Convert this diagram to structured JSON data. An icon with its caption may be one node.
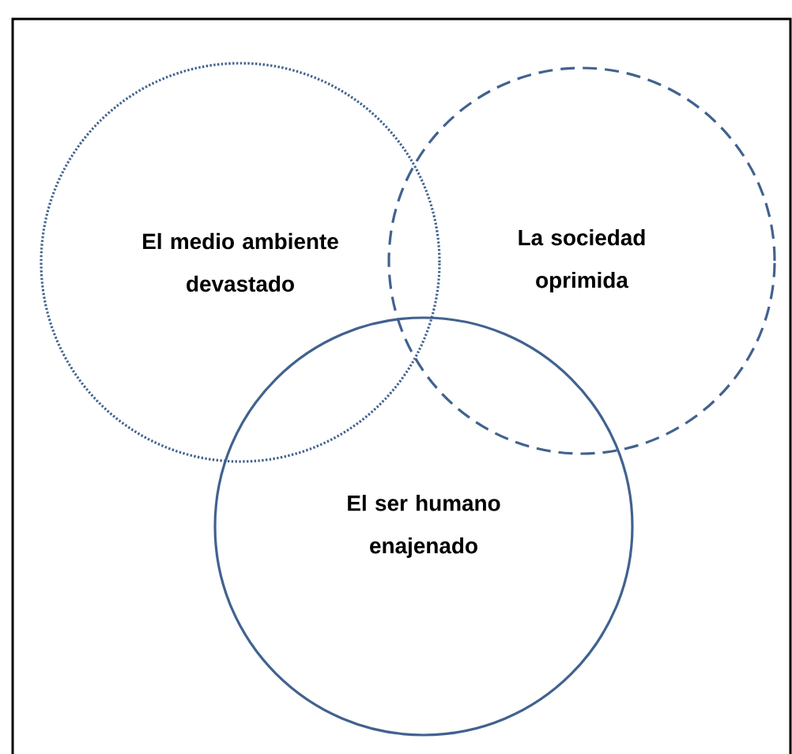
{
  "diagram": {
    "nodes": [
      {
        "text": [
          "El medio ambiente devastado"
        ]
      },
      {
        "text": [
          "La sociedad oprimida"
        ]
      },
      {
        "text": [
          "El ser humano enajenado"
        ]
      }
    ]
  }
}
